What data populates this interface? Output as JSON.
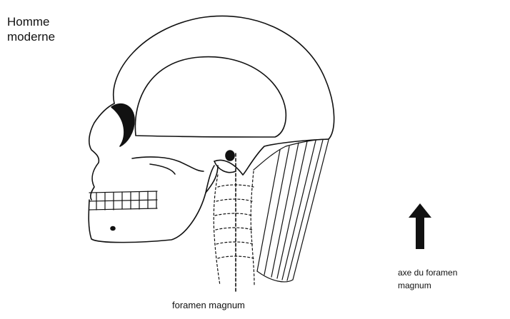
{
  "title": {
    "line1": "Homme",
    "line2": "moderne"
  },
  "labels": {
    "foramen": "foramen magnum",
    "axis_line1": "axe du foramen",
    "axis_line2": "magnum"
  },
  "icons": {
    "axis": "up-arrow-icon"
  },
  "colors": {
    "ink": "#111111",
    "background": "#ffffff"
  }
}
